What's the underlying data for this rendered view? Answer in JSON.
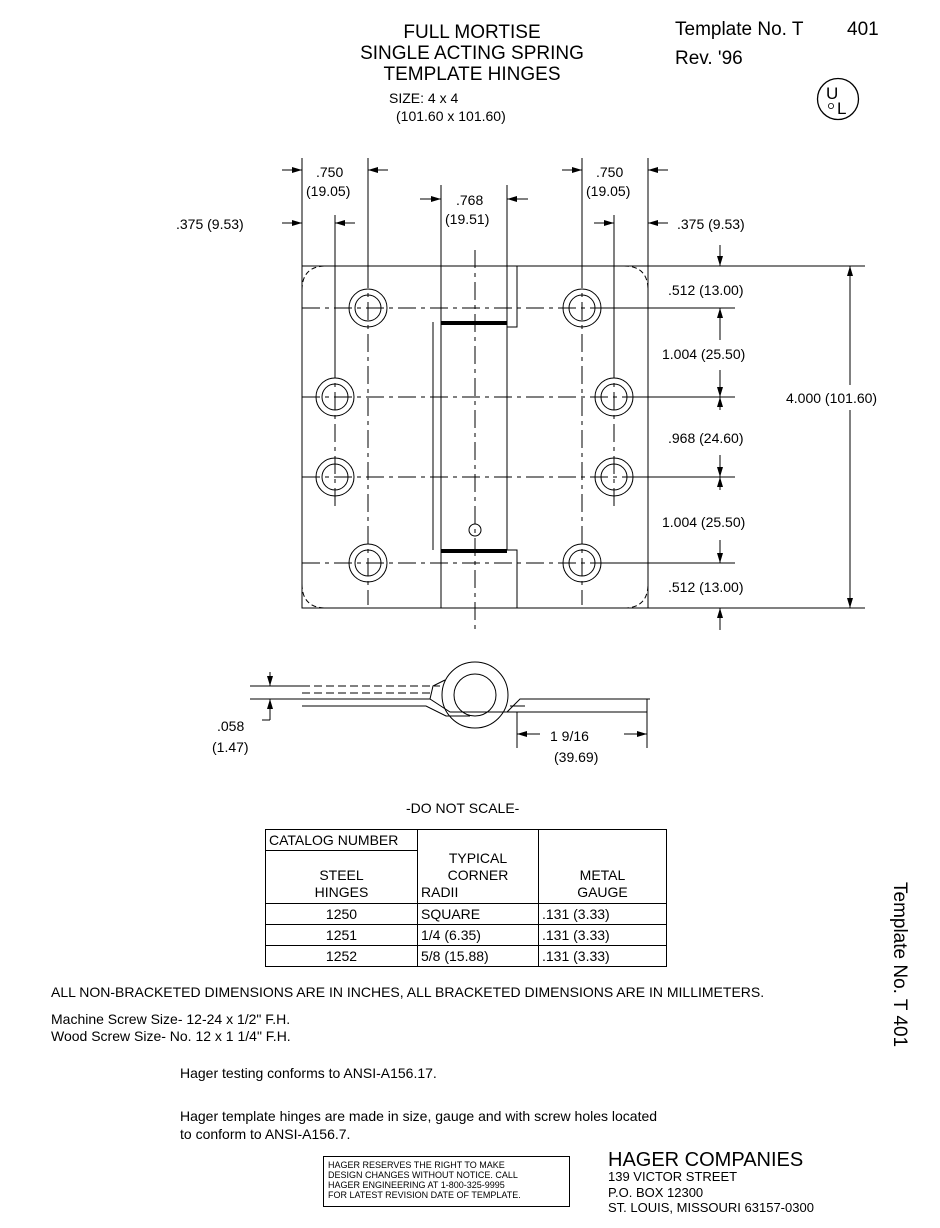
{
  "header": {
    "title_lines": [
      "FULL MORTISE",
      "SINGLE ACTING SPRING",
      "TEMPLATE HINGES"
    ],
    "template_label": "Template No. T",
    "template_number": "401",
    "revision": "Rev.  '96",
    "size_line1": "SIZE:  4 x 4",
    "size_line2": "(101.60 x 101.60)",
    "ul_mark": "UL"
  },
  "dimensions": {
    "left_750": ".750",
    "left_750_mm": "(19.05)",
    "center_768": ".768",
    "center_768_mm": "(19.51)",
    "right_750": ".750",
    "right_750_mm": "(19.05)",
    "left_375": ".375 (9.53)",
    "right_375": ".375 (9.53)",
    "d1": ".512 (13.00)",
    "d2": "1.004 (25.50)",
    "d3": ".968 (24.60)",
    "d4": "1.004 (25.50)",
    "d5": ".512 (13.00)",
    "overall": "4.000 (101.60)",
    "thickness": ".058",
    "thickness_mm": "(1.47)",
    "side_dim": "1 9/16",
    "side_dim_mm": "(39.69)"
  },
  "do_not_scale": "-DO NOT SCALE-",
  "spec_table": {
    "catalog_header": "CATALOG NUMBER",
    "col1_header_l1": "STEEL",
    "col1_header_l2": "HINGES",
    "col2_header_l1": "TYPICAL",
    "col2_header_l2": "CORNER",
    "col2_header_l3": "RADII",
    "col3_header_l1": "METAL",
    "col3_header_l2": "GAUGE",
    "rows": [
      {
        "hinge": "1250",
        "radii": "SQUARE",
        "gauge": ".131 (3.33)"
      },
      {
        "hinge": "1251",
        "radii": "1/4 (6.35)",
        "gauge": ".131 (3.33)"
      },
      {
        "hinge": "1252",
        "radii": "5/8 (15.88)",
        "gauge": ".131 (3.33)"
      }
    ]
  },
  "notes": {
    "units": "ALL NON-BRACKETED DIMENSIONS ARE IN INCHES, ALL BRACKETED DIMENSIONS ARE IN MILLIMETERS.",
    "machine_screw": "Machine Screw Size- 12-24 x 1/2\" F.H.",
    "wood_screw": "Wood Screw Size- No. 12 x 1 1/4\" F.H.",
    "testing": "Hager testing conforms to ANSI-A156.17.",
    "template_l1": "Hager template hinges are made in size, gauge and with screw holes located",
    "template_l2": "to conform to ANSI-A156.7."
  },
  "notice_box": [
    "HAGER RESERVES THE RIGHT TO MAKE",
    "DESIGN CHANGES WITHOUT NOTICE.  CALL",
    "HAGER ENGINEERING AT 1-800-325-9995",
    "FOR LATEST REVISION DATE OF TEMPLATE."
  ],
  "company": {
    "name": "HAGER COMPANIES",
    "street": "139 VICTOR STREET",
    "po_box": "P.O. BOX 12300",
    "city": "ST. LOUIS, MISSOURI 63157-0300"
  },
  "side_label": "Template No. T       401"
}
